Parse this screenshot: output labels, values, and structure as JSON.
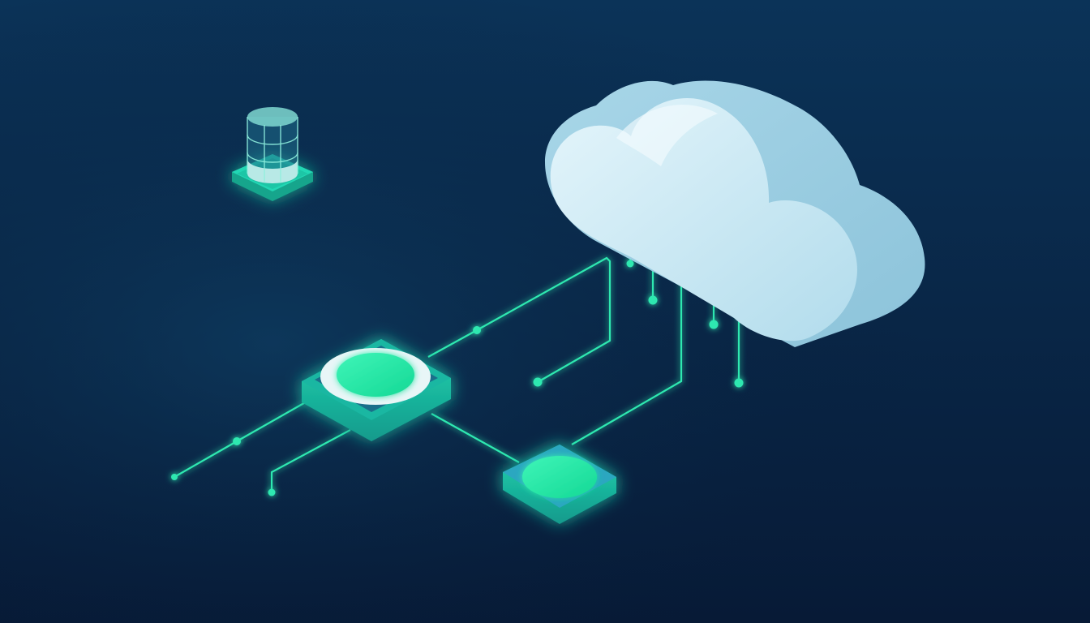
{
  "scene": {
    "background_top": "#0b3358",
    "background_bottom": "#071a36",
    "accent_green": "#1fe6a6",
    "accent_teal": "#16b8a0",
    "circuit_line": "#2ee8b0",
    "cloud_light": "#d9f0f8",
    "cloud_mid": "#b9e2f0",
    "cloud_shadow": "#8cc8dd",
    "objects": [
      "cloud-icon",
      "database-icon",
      "hub-node-large",
      "hub-node-small",
      "circuit-traces"
    ]
  }
}
